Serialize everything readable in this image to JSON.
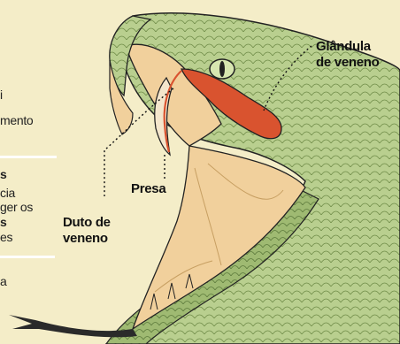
{
  "colors": {
    "background": "#f4edc8",
    "snake_scales": "#b9cf8f",
    "snake_dark": "#8fab63",
    "mouth": "#f1d09c",
    "gland": "#d9532f",
    "outline": "#222222"
  },
  "left_text": {
    "line1": "i",
    "line2": "mento",
    "line3": "s",
    "line4": "cia",
    "line5": "ger os",
    "line6": "s",
    "line7": "es",
    "line8": "a"
  },
  "labels": {
    "gland_line1": "Glândula",
    "gland_line2": "de veneno",
    "fang": "Presa",
    "duct_line1": "Duto de",
    "duct_line2": "veneno"
  }
}
